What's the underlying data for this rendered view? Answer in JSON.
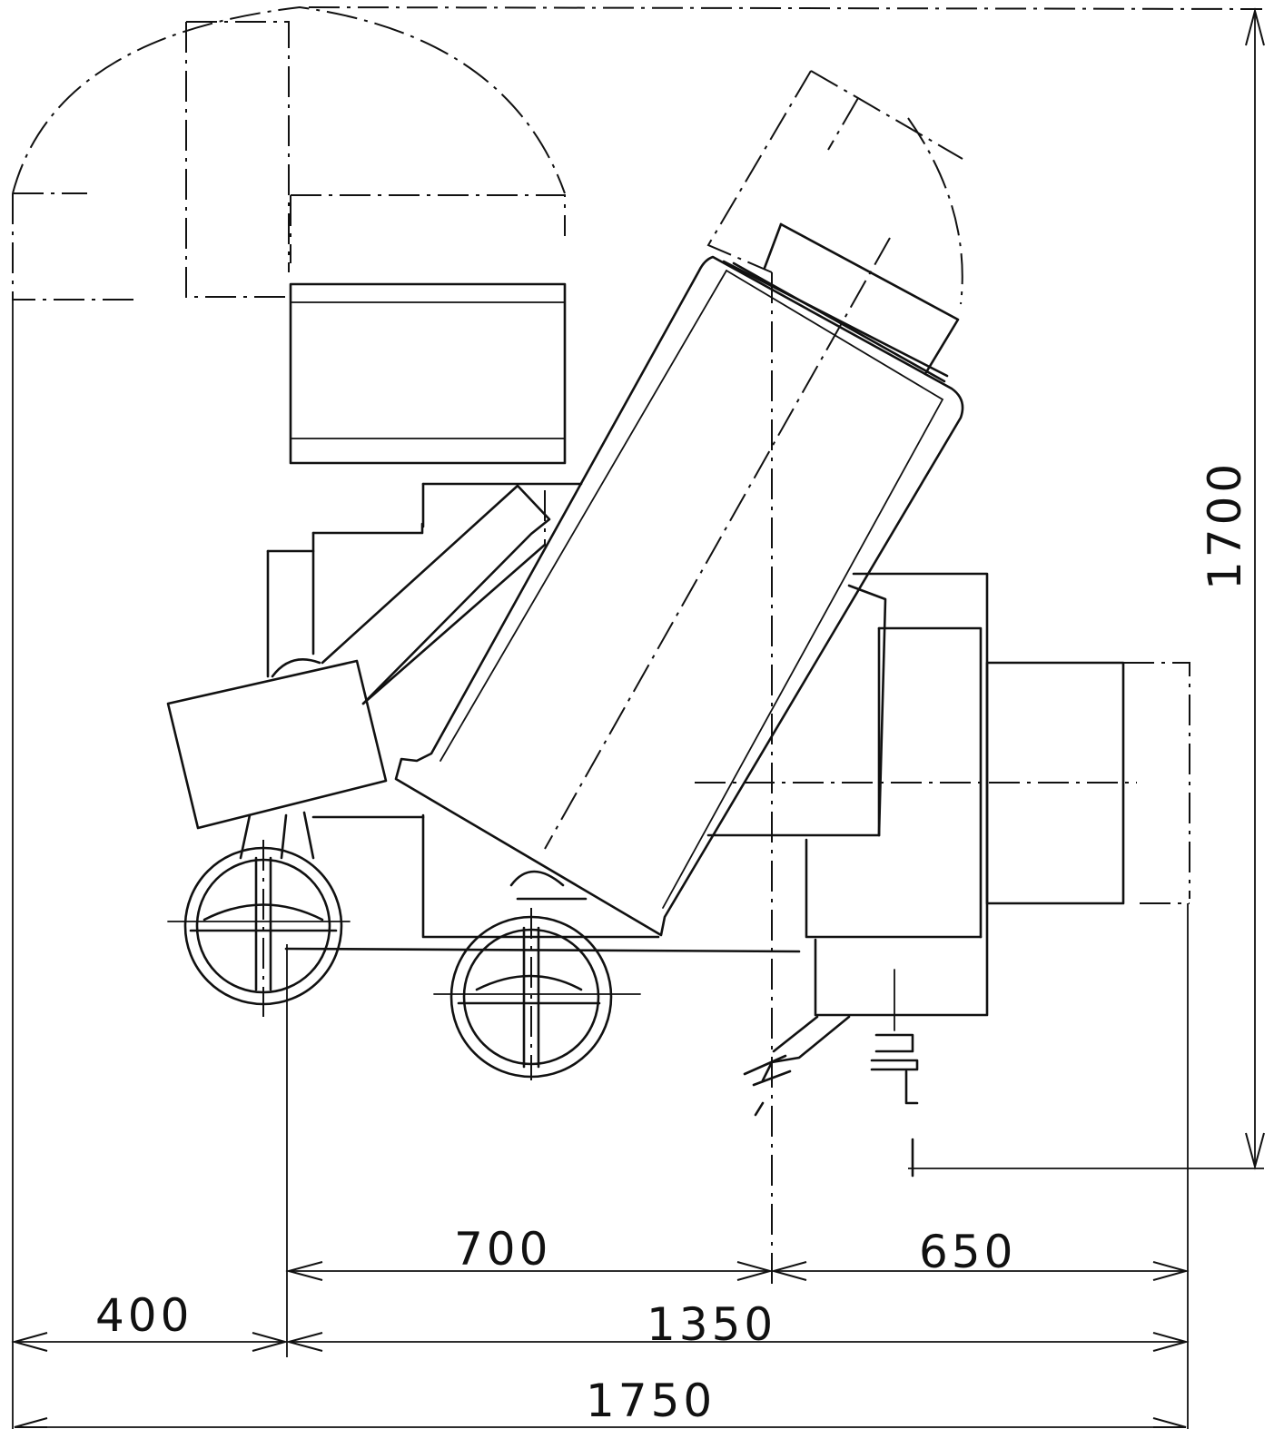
{
  "dimensions": {
    "height_total": "1700",
    "left_offset": "400",
    "center_span": "1350",
    "total_width": "1750",
    "left_to_axis": "700",
    "axis_to_right": "650"
  }
}
